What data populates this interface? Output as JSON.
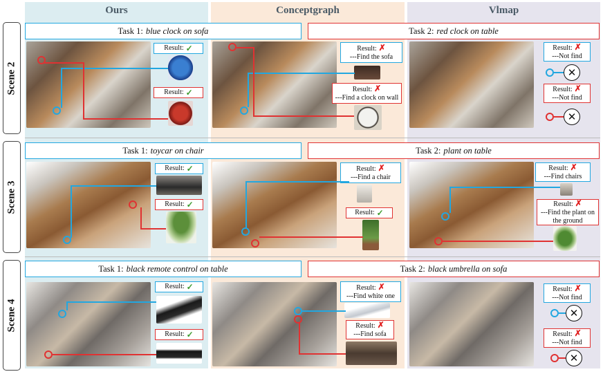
{
  "columns": [
    "Ours",
    "Conceptgraph",
    "Vlmap"
  ],
  "colors": {
    "ours_bg": "#dcedf1",
    "cg_bg": "#fbe9d9",
    "vlmap_bg": "#e6e4ee",
    "blue": "#22a7e0",
    "red": "#e03232",
    "check": "#3c9a2e",
    "cross": "#e02020"
  },
  "scenes": [
    {
      "label": "Scene 2",
      "task1": {
        "prefix": "Task 1:",
        "text": "blue clock on sofa"
      },
      "task2": {
        "prefix": "Task 2:",
        "text": "red clock on table"
      },
      "ours": {
        "r1": "Result:",
        "r1_mark": "✓",
        "r2": "Result:",
        "r2_mark": "✓"
      },
      "cg": {
        "r1": "Result:",
        "r1_mark": "✗",
        "r1_note": "---Find the sofa",
        "r2": "Result:",
        "r2_mark": "✗",
        "r2_note": "---Find a clock on wall"
      },
      "vl": {
        "r1": "Result:",
        "r1_mark": "✗",
        "r1_note": "---Not find",
        "r2": "Result:",
        "r2_mark": "✗",
        "r2_note": "---Not find"
      }
    },
    {
      "label": "Scene 3",
      "task1": {
        "prefix": "Task 1:",
        "text": "toycar on chair"
      },
      "task2": {
        "prefix": "Task 2:",
        "text": "plant on table"
      },
      "ours": {
        "r1": "Result:",
        "r1_mark": "✓",
        "r2": "Result:",
        "r2_mark": "✓"
      },
      "cg": {
        "r1": "Result:",
        "r1_mark": "✗",
        "r1_note": "---Find a chair",
        "r2": "Result:",
        "r2_mark": "✓"
      },
      "vl": {
        "r1": "Result:",
        "r1_mark": "✗",
        "r1_note": "---Find chairs",
        "r2": "Result:",
        "r2_mark": "✗",
        "r2_note": "---Find the plant on the ground"
      }
    },
    {
      "label": "Scene 4",
      "task1": {
        "prefix": "Task 1:",
        "text": "black remote control on table"
      },
      "task2": {
        "prefix": "Task 2:",
        "text": "black umbrella on sofa"
      },
      "ours": {
        "r1": "Result:",
        "r1_mark": "✓",
        "r2": "Result:",
        "r2_mark": "✓"
      },
      "cg": {
        "r1": "Result:",
        "r1_mark": "✗",
        "r1_note": "---Find white one",
        "r2": "Result:",
        "r2_mark": "✗",
        "r2_note": "---Find sofa"
      },
      "vl": {
        "r1": "Result:",
        "r1_mark": "✗",
        "r1_note": "---Not find",
        "r2": "Result:",
        "r2_mark": "✗",
        "r2_note": "---Not find"
      }
    }
  ],
  "cross_symbol": "✕"
}
